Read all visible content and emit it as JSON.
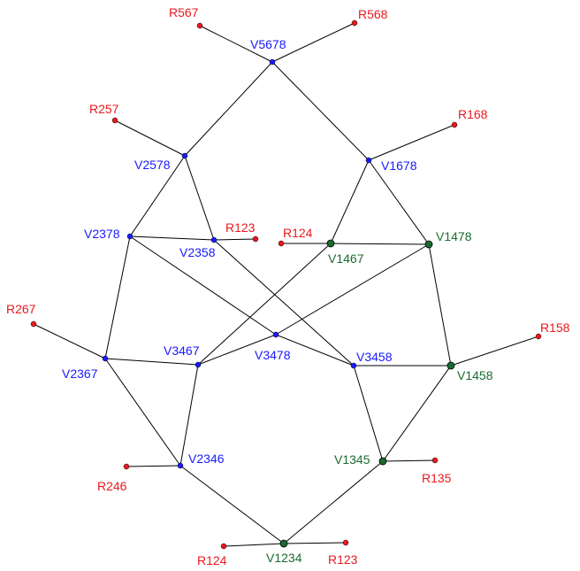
{
  "colors": {
    "blue": "#1a1aff",
    "green": "#1a6b2e",
    "red": "#e8191f",
    "edge": "#000000"
  },
  "nodes": [
    {
      "id": "V5678",
      "label": "V5678",
      "kind": "blue"
    },
    {
      "id": "V2578",
      "label": "V2578",
      "kind": "blue"
    },
    {
      "id": "V1678",
      "label": "V1678",
      "kind": "blue"
    },
    {
      "id": "V2378",
      "label": "V2378",
      "kind": "blue"
    },
    {
      "id": "V2358",
      "label": "V2358",
      "kind": "blue"
    },
    {
      "id": "V1467",
      "label": "V1467",
      "kind": "green"
    },
    {
      "id": "V1478",
      "label": "V1478",
      "kind": "green"
    },
    {
      "id": "V3478",
      "label": "V3478",
      "kind": "blue"
    },
    {
      "id": "V3467",
      "label": "V3467",
      "kind": "blue"
    },
    {
      "id": "V2367",
      "label": "V2367",
      "kind": "blue"
    },
    {
      "id": "V3458",
      "label": "V3458",
      "kind": "blue"
    },
    {
      "id": "V1458",
      "label": "V1458",
      "kind": "green"
    },
    {
      "id": "V2346",
      "label": "V2346",
      "kind": "blue"
    },
    {
      "id": "V1345",
      "label": "V1345",
      "kind": "green"
    },
    {
      "id": "V1234",
      "label": "V1234",
      "kind": "green"
    },
    {
      "id": "R567",
      "label": "R567",
      "kind": "red"
    },
    {
      "id": "R568",
      "label": "R568",
      "kind": "red"
    },
    {
      "id": "R257",
      "label": "R257",
      "kind": "red"
    },
    {
      "id": "R168",
      "label": "R168",
      "kind": "red"
    },
    {
      "id": "R123a",
      "label": "R123",
      "kind": "red"
    },
    {
      "id": "R124a",
      "label": "R124",
      "kind": "red"
    },
    {
      "id": "R267",
      "label": "R267",
      "kind": "red"
    },
    {
      "id": "R158",
      "label": "R158",
      "kind": "red"
    },
    {
      "id": "R246",
      "label": "R246",
      "kind": "red"
    },
    {
      "id": "R135",
      "label": "R135",
      "kind": "red"
    },
    {
      "id": "R124b",
      "label": "R124",
      "kind": "red"
    },
    {
      "id": "R123b",
      "label": "R123",
      "kind": "red"
    }
  ],
  "edges": [
    [
      "R567",
      "V5678"
    ],
    [
      "R568",
      "V5678"
    ],
    [
      "V5678",
      "V2578"
    ],
    [
      "V5678",
      "V1678"
    ],
    [
      "R257",
      "V2578"
    ],
    [
      "R168",
      "V1678"
    ],
    [
      "V2578",
      "V2378"
    ],
    [
      "V2578",
      "V2358"
    ],
    [
      "V1678",
      "V1467"
    ],
    [
      "V1678",
      "V1478"
    ],
    [
      "V2378",
      "V2358"
    ],
    [
      "V2358",
      "R123a"
    ],
    [
      "R124a",
      "V1467"
    ],
    [
      "V1467",
      "V1478"
    ],
    [
      "V2378",
      "V2367"
    ],
    [
      "V2378",
      "V3478"
    ],
    [
      "V2358",
      "V3458"
    ],
    [
      "V1467",
      "V3467"
    ],
    [
      "V1478",
      "V3478"
    ],
    [
      "V1478",
      "V1458"
    ],
    [
      "R267",
      "V2367"
    ],
    [
      "V2367",
      "V3467"
    ],
    [
      "V3478",
      "V3467"
    ],
    [
      "V3478",
      "V3458"
    ],
    [
      "V3458",
      "V1458"
    ],
    [
      "R158",
      "V1458"
    ],
    [
      "V2367",
      "V2346"
    ],
    [
      "V3467",
      "V2346"
    ],
    [
      "V3458",
      "V1345"
    ],
    [
      "V1458",
      "V1345"
    ],
    [
      "R246",
      "V2346"
    ],
    [
      "V1345",
      "R135"
    ],
    [
      "V2346",
      "V1234"
    ],
    [
      "V1345",
      "V1234"
    ],
    [
      "R124b",
      "V1234"
    ],
    [
      "V1234",
      "R123b"
    ]
  ]
}
